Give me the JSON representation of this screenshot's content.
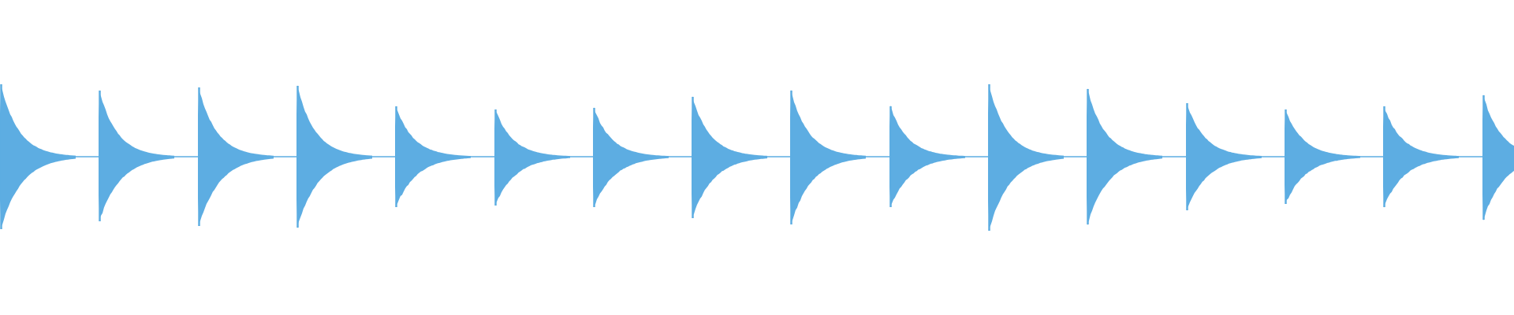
{
  "waveform": {
    "color": "#5DADE2",
    "background": "#ffffff",
    "transients": [
      {
        "peak_top": 0.46,
        "peak_bottom": 0.46
      },
      {
        "peak_top": 0.42,
        "peak_bottom": 0.41
      },
      {
        "peak_top": 0.44,
        "peak_bottom": 0.44
      },
      {
        "peak_top": 0.45,
        "peak_bottom": 0.45
      },
      {
        "peak_top": 0.32,
        "peak_bottom": 0.32
      },
      {
        "peak_top": 0.3,
        "peak_bottom": 0.31
      },
      {
        "peak_top": 0.31,
        "peak_bottom": 0.32
      },
      {
        "peak_top": 0.38,
        "peak_bottom": 0.39
      },
      {
        "peak_top": 0.42,
        "peak_bottom": 0.43
      },
      {
        "peak_top": 0.32,
        "peak_bottom": 0.32
      },
      {
        "peak_top": 0.46,
        "peak_bottom": 0.47
      },
      {
        "peak_top": 0.43,
        "peak_bottom": 0.43
      },
      {
        "peak_top": 0.34,
        "peak_bottom": 0.34
      },
      {
        "peak_top": 0.3,
        "peak_bottom": 0.3
      },
      {
        "peak_top": 0.32,
        "peak_bottom": 0.32
      },
      {
        "peak_top": 0.39,
        "peak_bottom": 0.4
      }
    ]
  }
}
